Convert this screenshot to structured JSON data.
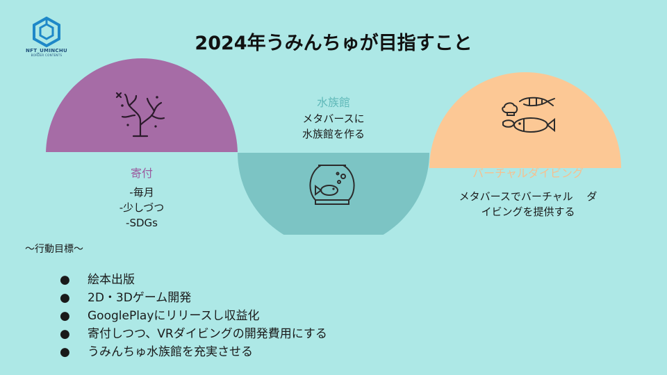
{
  "logo": {
    "name": "NFT_UMINCHU",
    "sub": "BORDER CONTENTS"
  },
  "title": "2024年うみんちゅが目指すこと",
  "left_block": {
    "title": "寄付",
    "lines": [
      "-毎月",
      "-少しづつ",
      "-SDGs"
    ],
    "icon": "coral-icon"
  },
  "center_block": {
    "title": "水族館",
    "lines": [
      "メタバースに",
      "水族館を作る"
    ],
    "icon": "fishbowl-icon"
  },
  "right_block": {
    "title": "バーチャルダイビング",
    "lines": [
      "メタバースでバーチャル　 ダ",
      "イビングを提供する"
    ],
    "icon": "seafood-icon"
  },
  "goals_heading": "〜行動目標〜",
  "goals": [
    "絵本出版",
    "2D・3Dゲーム開発",
    "GooglePlayにリリースし収益化",
    "寄付しつつ、VRダイビングの開発費用にする",
    "うみんちゅ水族館を充実させる"
  ],
  "colors": {
    "background": "#ade8e6",
    "left_semicircle": "#a66ca6",
    "center_semicircle": "#7cc4c4",
    "right_semicircle": "#fcc895"
  }
}
